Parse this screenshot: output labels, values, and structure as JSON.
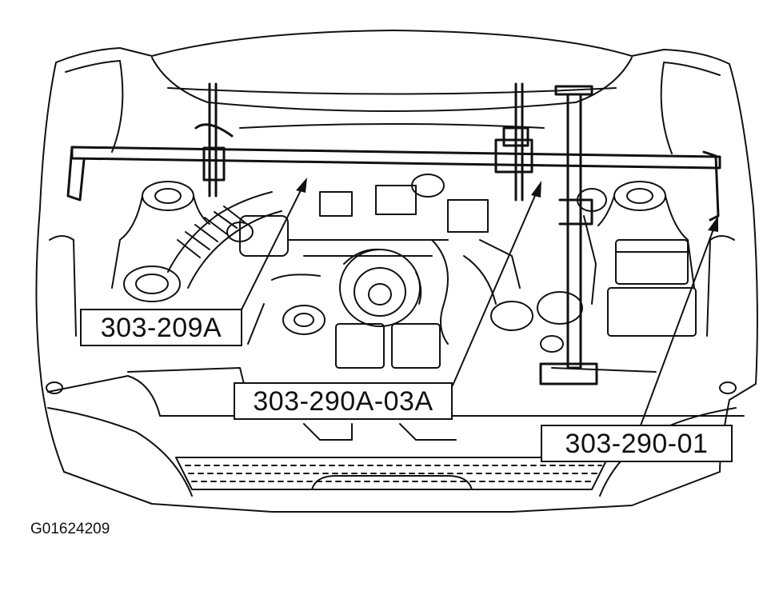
{
  "figure": {
    "callouts": [
      {
        "id": "tool-303-209a",
        "label": "303-209A"
      },
      {
        "id": "tool-303-290a-03a",
        "label": "303-290A-03A"
      },
      {
        "id": "tool-303-290-01",
        "label": "303-290-01"
      }
    ],
    "figure_id": "G01624209"
  },
  "colors": {
    "line": "#111111",
    "background": "#ffffff"
  }
}
